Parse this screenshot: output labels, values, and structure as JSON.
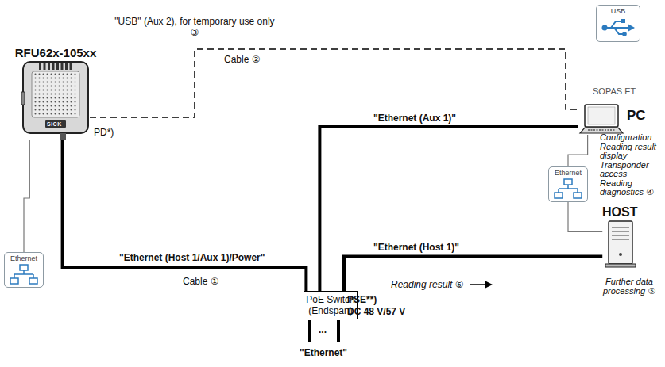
{
  "diagram": {
    "nodes": [
      {
        "text": [
          "RFU62x-105xx"
        ]
      },
      {
        "text": [
          "Ethernet"
        ]
      },
      {
        "text": [
          "USB"
        ]
      },
      {
        "text": [
          "PC"
        ]
      },
      {
        "text": [
          "Ethernet"
        ]
      },
      {
        "text": [
          "HOST"
        ]
      },
      {
        "text": [
          "PoE Switch (Endspan)"
        ]
      }
    ],
    "edges": [
      {
        "from": 0,
        "to": 6,
        "arrow": "none",
        "label": "\"Ethernet (Host 1/Aux 1)/Power\""
      },
      {
        "from": 6,
        "to": 3,
        "arrow": "none",
        "label": "\"Ethernet (Aux 1)\""
      },
      {
        "from": 6,
        "to": 5,
        "arrow": "none",
        "label": "\"Ethernet (Host 1)\""
      },
      {
        "from": 0,
        "to": 3,
        "arrow": "none",
        "label": "\"USB\" (Aux 2), for temporary use only ③"
      },
      {
        "from": 0,
        "to": 1,
        "arrow": "none"
      },
      {
        "from": 3,
        "to": 4,
        "arrow": "none"
      },
      {
        "from": 4,
        "to": 5,
        "arrow": "none"
      }
    ],
    "labels": [
      "PD*)",
      "SICK",
      "Cable ①",
      "Cable ②",
      "SOPAS ET",
      "Configuration Reading result display Transponder access Reading diagnostics ④",
      "Further data processing ⑤",
      "Reading result ⑥",
      "PSE**)",
      "DC 48 V/57 V",
      "...",
      "\"Ethernet\""
    ]
  }
}
